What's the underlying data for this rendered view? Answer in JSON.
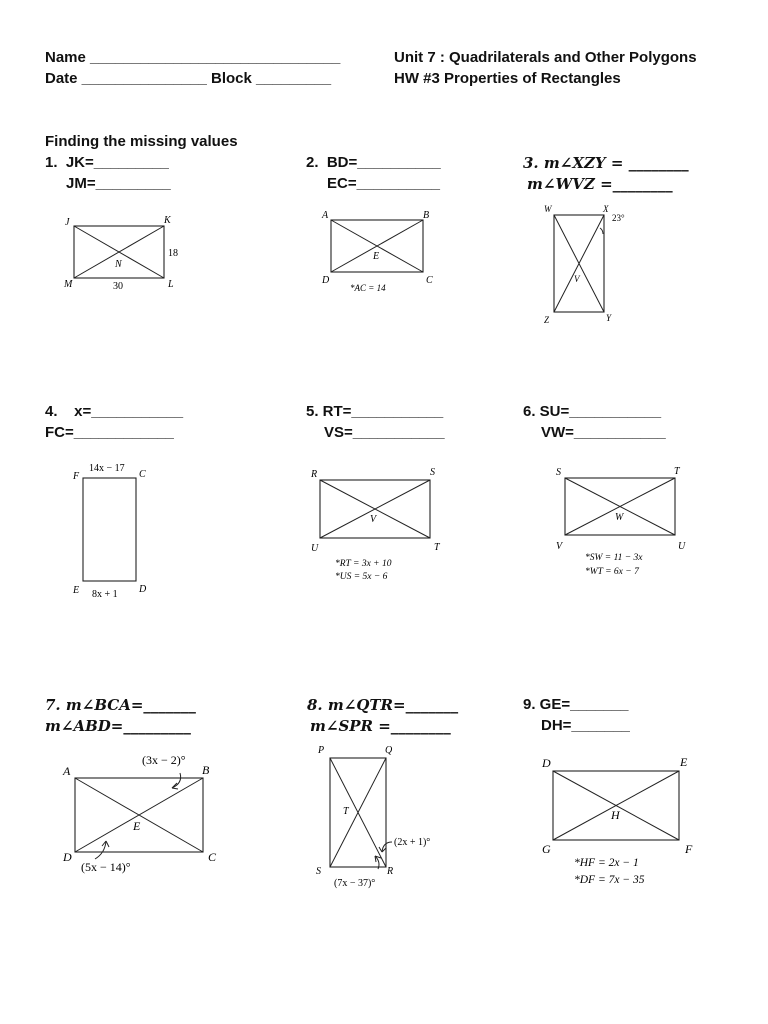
{
  "header": {
    "name_line": "Name ______________________________",
    "date_block_line": "Date _______________ Block _________",
    "unit_title": "Unit 7 : Quadrilaterals and Other Polygons",
    "hw_title": "HW #3 Properties of Rectangles"
  },
  "section_title": "Finding the missing values",
  "problems": {
    "p1": {
      "q1": "1.  JK=_________",
      "q2": "JM=_________",
      "labels": {
        "j": "J",
        "k": "K",
        "l": "L",
        "m": "M",
        "n": "N",
        "side": "18",
        "bottom": "30"
      }
    },
    "p2": {
      "q1": "2.  BD=__________",
      "q2": "EC=__________",
      "labels": {
        "a": "A",
        "b": "B",
        "c": "C",
        "d": "D",
        "e": "E",
        "note": "*AC = 14"
      }
    },
    "p3": {
      "q1": "3. m∠XZY = ________",
      "q2": "m∠WVZ =________",
      "labels": {
        "w": "W",
        "x": "X",
        "y": "Y",
        "z": "Z",
        "v": "V",
        "angle": "23°"
      }
    },
    "p4": {
      "q1": "4.    x=___________",
      "q2": "FC=____________",
      "labels": {
        "f": "F",
        "c": "C",
        "e": "E",
        "d": "D",
        "top": "14x − 17",
        "bottom": "8x + 1"
      }
    },
    "p5": {
      "q1": "5. RT=___________",
      "q2": "VS=___________",
      "labels": {
        "r": "R",
        "s": "S",
        "t": "T",
        "u": "U",
        "v": "V",
        "note1": "*RT = 3x + 10",
        "note2": "*US = 5x − 6"
      }
    },
    "p6": {
      "q1": "6. SU=___________",
      "q2": "VW=___________",
      "labels": {
        "s": "S",
        "t": "T",
        "u": "U",
        "v": "V",
        "w": "W",
        "note1": "*SW = 11 − 3x",
        "note2": "*WT = 6x − 7"
      }
    },
    "p7": {
      "q1": "7. m∠BCA=_______",
      "q2": "m∠ABD=_________",
      "labels": {
        "a": "A",
        "b": "B",
        "c": "C",
        "d": "D",
        "e": "E",
        "angle1": "(3x − 2)°",
        "angle2": "(5x − 14)°"
      }
    },
    "p8": {
      "q1": "8. m∠QTR=_______",
      "q2": "m∠SPR =________",
      "labels": {
        "p": "P",
        "q": "Q",
        "r": "R",
        "s": "S",
        "t": "T",
        "angle1": "(2x + 1)°",
        "angle2": "(7x − 37)°"
      }
    },
    "p9": {
      "q1": "9. GE=_______",
      "q2": "DH=_______",
      "labels": {
        "d": "D",
        "e": "E",
        "f": "F",
        "g": "G",
        "h": "H",
        "note1": "*HF = 2x − 1",
        "note2": "*DF = 7x − 35"
      }
    }
  }
}
